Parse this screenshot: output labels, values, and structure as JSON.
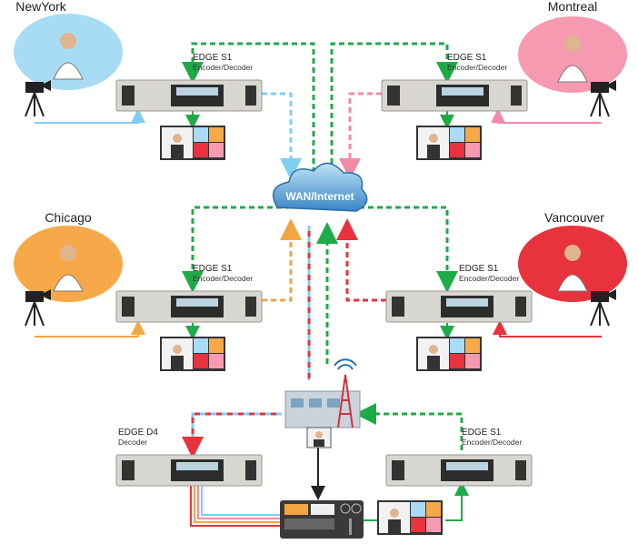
{
  "sites": [
    {
      "city": "NewYork",
      "color": "#a8dcf5",
      "line_color": "#7fcff2"
    },
    {
      "city": "Montreal",
      "color": "#f59ab0",
      "line_color": "#f28aa5"
    },
    {
      "city": "Chicago",
      "color": "#f7a94a",
      "line_color": "#f5a442"
    },
    {
      "city": "Vancouver",
      "color": "#e8323c",
      "line_color": "#e8323c"
    }
  ],
  "devices": [
    {
      "name": "EDGE S1",
      "role": "Encoder/Decoder"
    },
    {
      "name": "EDGE S1",
      "role": "Encoder/Decoder"
    },
    {
      "name": "EDGE S1",
      "role": "Encoder/Decoder"
    },
    {
      "name": "EDGE S1",
      "role": "Encoder/Decoder"
    },
    {
      "name": "EDGE D4",
      "role": "Decoder"
    },
    {
      "name": "EDGE S1",
      "role": "Encoder/Decoder"
    }
  ],
  "cloud": {
    "label": "WAN/Internet"
  },
  "colors": {
    "return_feed": "#1faa4a",
    "program": "#222222"
  }
}
